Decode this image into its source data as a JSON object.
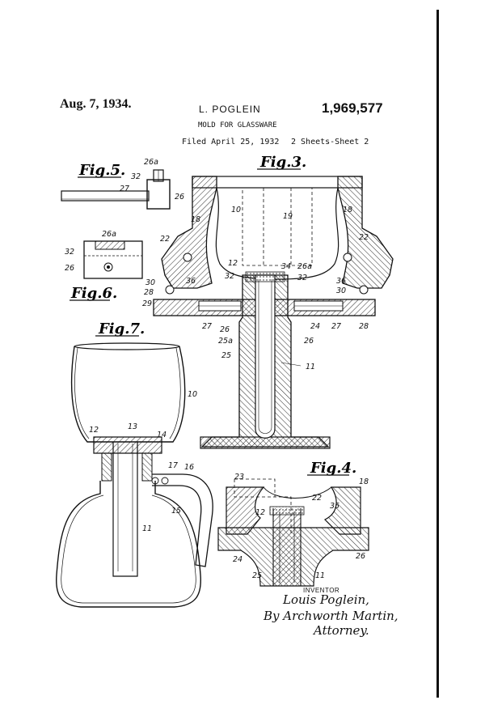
{
  "header": {
    "date": "Aug. 7, 1934.",
    "inventor": "L. POGLEIN",
    "patent_number": "1,969,577",
    "title": "MOLD FOR GLASSWARE",
    "filed": "Filed April 25, 1932",
    "sheets": "2 Sheets-Sheet 2"
  },
  "figures": {
    "fig5": "Fig.5.",
    "fig6": "Fig.6.",
    "fig3": "Fig.3.",
    "fig7": "Fig.7.",
    "fig4": "Fig.4."
  },
  "refs": {
    "fig5": [
      "26a",
      "32",
      "27",
      "26"
    ],
    "fig6": [
      "26a",
      "32",
      "26"
    ],
    "fig3": [
      "10",
      "18",
      "19",
      "18",
      "22",
      "22",
      "12",
      "34",
      "26a",
      "32",
      "32",
      "36",
      "36",
      "30",
      "30",
      "28",
      "29",
      "27",
      "26",
      "25a",
      "24",
      "27",
      "26",
      "28",
      "25",
      "11"
    ],
    "fig7": [
      "10",
      "12",
      "13",
      "14",
      "17",
      "16",
      "15",
      "11"
    ],
    "fig4": [
      "23",
      "18",
      "22",
      "35",
      "12",
      "24",
      "26",
      "25",
      "11"
    ]
  },
  "signature": {
    "label": "INVENTOR",
    "name": "Louis Poglein,",
    "by": "By Archworth Martin,",
    "attorney": "Attorney."
  }
}
